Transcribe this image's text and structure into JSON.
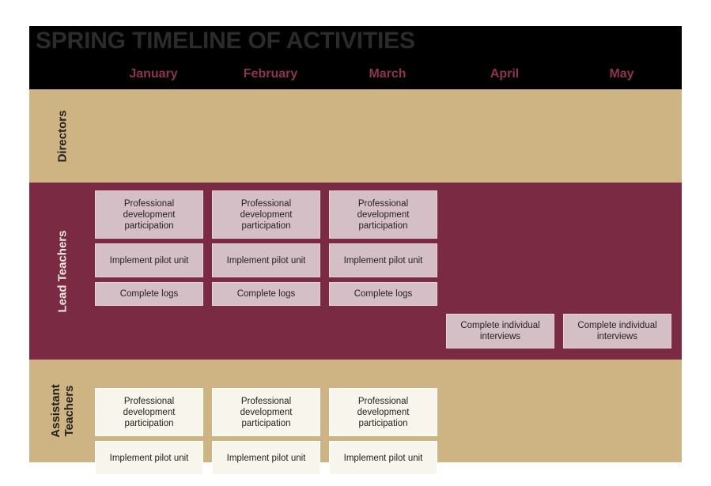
{
  "header": {
    "title": "SPRING TIMELINE OF ACTIVITIES",
    "title_color": "#2b2b2b",
    "band_color": "#000000",
    "month_color": "#8e3350"
  },
  "colors": {
    "tan": "#cdb482",
    "maroon": "#7a2b43",
    "box_pink": "#d5bfc6",
    "box_cream": "#f8f5ed",
    "ink_dark": "#231f20",
    "ink_light": "#f0e9dd"
  },
  "chart_data": {
    "type": "table",
    "title": "SPRING TIMELINE OF ACTIVITIES",
    "xlabel": "",
    "ylabel": "",
    "legend_position": "none",
    "grid": false,
    "categories": [
      "January",
      "February",
      "March",
      "April",
      "May"
    ],
    "rows": [
      {
        "label": "Directors",
        "tone": "tan",
        "ink": "dark",
        "box_style": "cream",
        "tasks": []
      },
      {
        "label": "Lead Teachers",
        "tone": "maroon",
        "ink": "light",
        "box_style": "pink",
        "tasks": [
          {
            "text": "Professional development participation",
            "months": [
              "January",
              "February",
              "March"
            ],
            "lane": 0
          },
          {
            "text": "Implement pilot unit",
            "months": [
              "January",
              "February",
              "March"
            ],
            "lane": 1
          },
          {
            "text": "Complete logs",
            "months": [
              "January",
              "February",
              "March"
            ],
            "lane": 2
          },
          {
            "text": "Complete individual interviews",
            "months": [
              "April",
              "May"
            ],
            "lane": 3
          }
        ]
      },
      {
        "label": "Assistant Teachers",
        "tone": "tan",
        "ink": "dark",
        "box_style": "cream",
        "tasks": [
          {
            "text": "Professional development participation",
            "months": [
              "January",
              "February",
              "March"
            ],
            "lane": 0
          },
          {
            "text": "Implement pilot unit",
            "months": [
              "January",
              "February",
              "March"
            ],
            "lane": 1
          }
        ]
      }
    ]
  },
  "cells": {
    "r1c1": "Professional development participation",
    "r1c2": "Professional development participation",
    "r1c3": "Professional development participation",
    "r2c1": "Implement pilot unit",
    "r2c2": "Implement pilot unit",
    "r2c3": "Implement pilot unit",
    "r3c1": "Complete logs",
    "r3c2": "Complete logs",
    "r3c3": "Complete logs",
    "r4c4": "Complete individual interviews",
    "r4c5": "Complete individual interviews",
    "a1c1": "Professional development participation",
    "a1c2": "Professional development participation",
    "a1c3": "Professional development participation",
    "a2c1": "Implement pilot unit",
    "a2c2": "Implement pilot unit",
    "a2c3": "Implement pilot unit"
  },
  "row_labels": {
    "directors": "Directors",
    "lead_teachers": "Lead Teachers",
    "assistant_line1": "Assistant",
    "assistant_line2": "Teachers"
  },
  "months": {
    "january": "January",
    "february": "February",
    "march": "March",
    "april": "April",
    "may": "May"
  }
}
